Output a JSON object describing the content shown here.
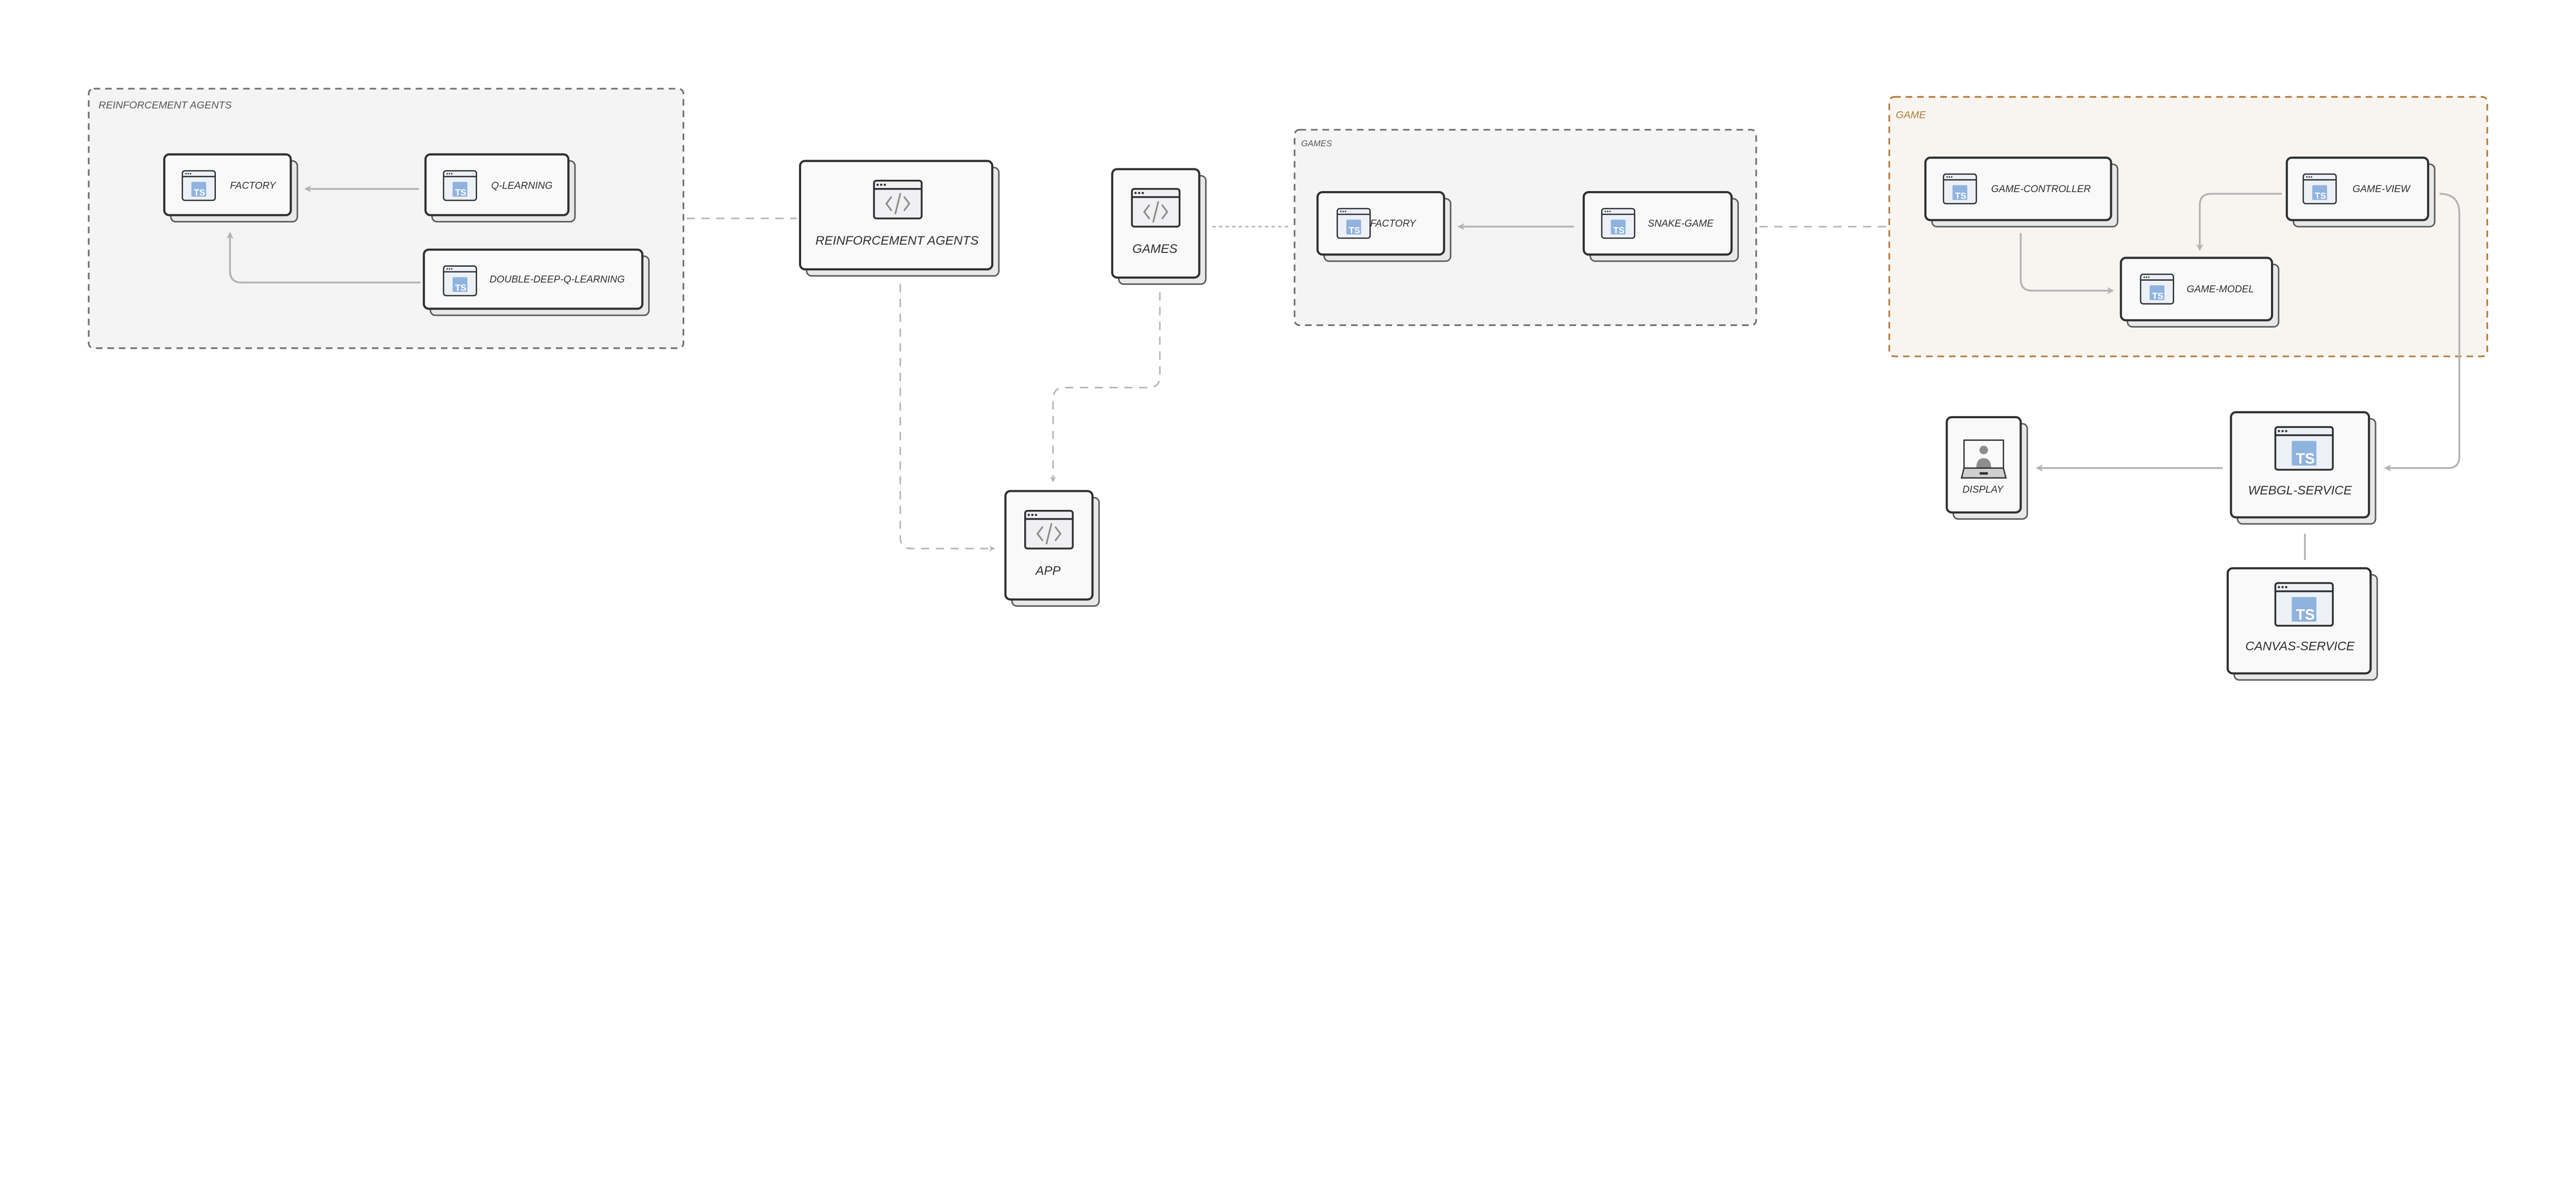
{
  "colors": {
    "group_border": "#6f6f6f",
    "group_fill": "#f4f4f4",
    "game_group_border": "#b07a3a",
    "game_group_fill": "#f8f5f0",
    "node_border": "#2e2f31",
    "node_fill": "#f9f9f9",
    "shadow_fill": "#e8e8e8",
    "ts_blue": "#8fb3de",
    "edge": "#b3b3b3"
  },
  "groups": [
    {
      "id": "g-ra",
      "label": "REINFORCEMENT AGENTS"
    },
    {
      "id": "g-games",
      "label": "GAMES"
    },
    {
      "id": "g-game",
      "label": "GAME"
    }
  ],
  "nodes": [
    {
      "id": "ra-factory",
      "label": "FACTORY",
      "icon": "typescript-file-icon"
    },
    {
      "id": "q-learning",
      "label": "Q-LEARNING",
      "icon": "typescript-file-icon"
    },
    {
      "id": "ddql",
      "label": "DOUBLE-DEEP-Q-LEARNING",
      "icon": "typescript-file-icon"
    },
    {
      "id": "reinforcement-agents",
      "label": "REINFORCEMENT AGENTS",
      "icon": "code-window-icon"
    },
    {
      "id": "games",
      "label": "GAMES",
      "icon": "code-window-icon"
    },
    {
      "id": "app",
      "label": "APP",
      "icon": "code-window-icon"
    },
    {
      "id": "games-factory",
      "label": "FACTORY",
      "icon": "typescript-file-icon"
    },
    {
      "id": "snake-game",
      "label": "SNAKE-GAME",
      "icon": "typescript-file-icon"
    },
    {
      "id": "game-controller",
      "label": "GAME-CONTROLLER",
      "icon": "typescript-file-icon"
    },
    {
      "id": "game-view",
      "label": "GAME-VIEW",
      "icon": "typescript-file-icon"
    },
    {
      "id": "game-model",
      "label": "GAME-MODEL",
      "icon": "typescript-file-icon"
    },
    {
      "id": "display",
      "label": "DISPLAY",
      "icon": "laptop-user-icon"
    },
    {
      "id": "webgl-service",
      "label": "WEBGL-SERVICE",
      "icon": "typescript-file-icon"
    },
    {
      "id": "canvas-service",
      "label": "CANVAS-SERVICE",
      "icon": "typescript-file-icon"
    }
  ],
  "edges": [
    {
      "from": "q-learning",
      "to": "ra-factory",
      "style": "solid"
    },
    {
      "from": "ddql",
      "to": "ra-factory",
      "style": "solid"
    },
    {
      "from": "g-ra",
      "to": "reinforcement-agents",
      "style": "dashed"
    },
    {
      "from": "reinforcement-agents",
      "to": "app",
      "style": "dashed"
    },
    {
      "from": "games",
      "to": "app",
      "style": "dashed"
    },
    {
      "from": "games",
      "to": "g-games",
      "style": "dotted"
    },
    {
      "from": "snake-game",
      "to": "games-factory",
      "style": "solid"
    },
    {
      "from": "g-games",
      "to": "g-game",
      "style": "dashed"
    },
    {
      "from": "game-controller",
      "to": "game-model",
      "style": "solid"
    },
    {
      "from": "game-view",
      "to": "game-model",
      "style": "solid"
    },
    {
      "from": "game-view",
      "to": "webgl-service",
      "style": "solid"
    },
    {
      "from": "webgl-service",
      "to": "display",
      "style": "solid"
    },
    {
      "from": "webgl-service",
      "to": "canvas-service",
      "style": "solid"
    }
  ]
}
